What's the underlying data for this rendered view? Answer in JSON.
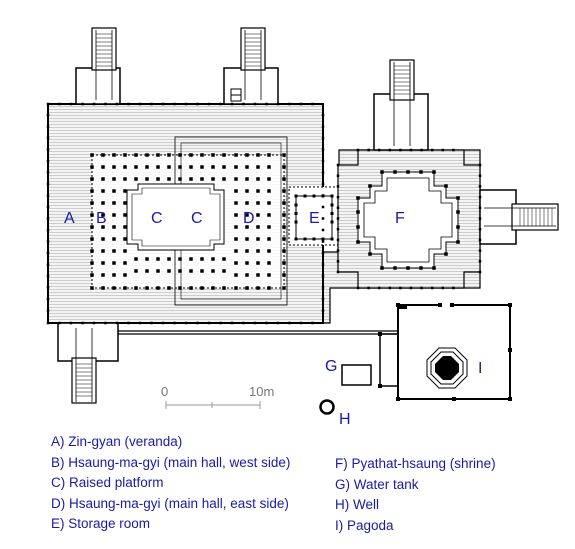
{
  "plan": {
    "zone_labels": {
      "a": "A",
      "b": "B",
      "c_west": "C",
      "c_east": "C",
      "d": "D",
      "e": "E",
      "f": "F",
      "g": "G",
      "h": "H",
      "i": "I"
    },
    "scale": {
      "zero": "0",
      "ten": "10m"
    }
  },
  "legend": {
    "left": [
      "A) Zin-gyan (veranda)",
      "B) Hsaung-ma-gyi (main hall, west side)",
      "C) Raised platform",
      "D) Hsaung-ma-gyi (main hall, east side)",
      "E) Storage room"
    ],
    "right": [
      "F) Pyathat-hsaung (shrine)",
      "G) Water tank",
      "H) Well",
      "I) Pagoda"
    ]
  },
  "colors": {
    "line": "#000000",
    "label": "#1a1aa6",
    "hatch": "#bdbdbd",
    "scale": "#777777"
  }
}
